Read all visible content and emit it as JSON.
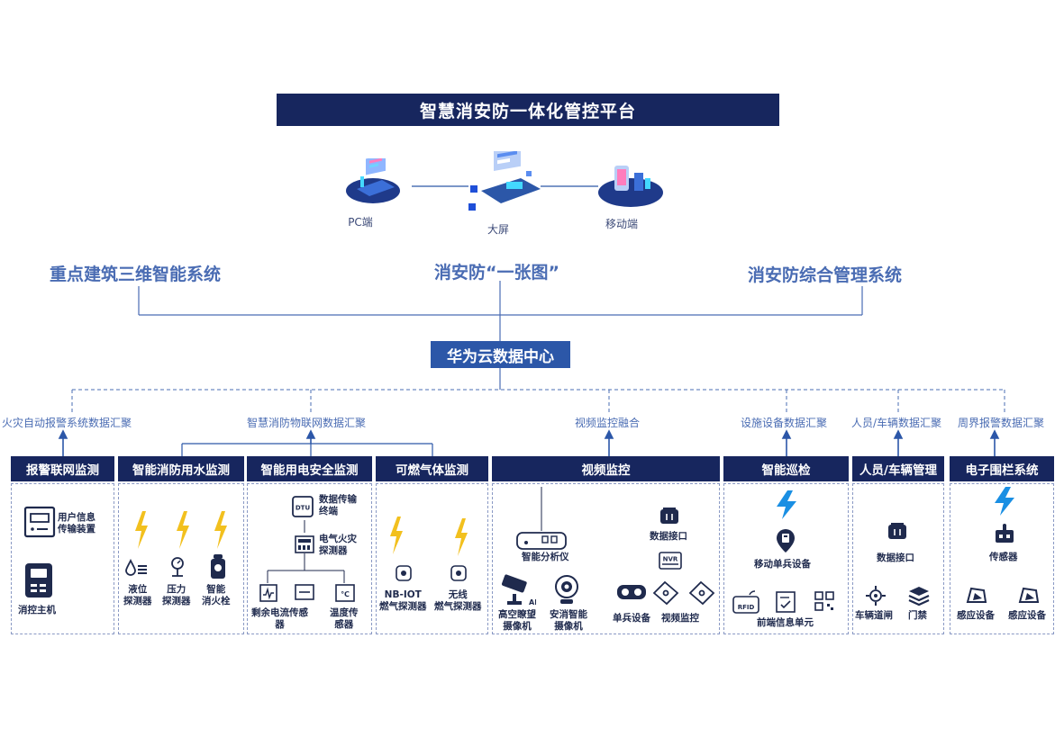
{
  "title": "智慧消安防一体化管控平台",
  "clients": [
    {
      "label": "PC端",
      "icon": "pc-icon"
    },
    {
      "label": "大屏",
      "icon": "big-screen-icon"
    },
    {
      "label": "移动端",
      "icon": "mobile-icon"
    }
  ],
  "systems": {
    "left": "重点建筑三维智能系统",
    "center": "消安防“一张图”",
    "right": "消安防综合管理系统"
  },
  "data_center": "华为云数据中心",
  "aggregations": {
    "fire_alarm": "火灾自动报警系统数据汇聚",
    "iot": "智慧消防物联网数据汇聚",
    "video": "视频监控融合",
    "facility": "设施设备数据汇聚",
    "person_vehicle": "人员/车辆数据汇聚",
    "perimeter": "周界报警数据汇聚"
  },
  "categories": {
    "alarm_network": {
      "title": "报警联网监测",
      "items": [
        "用户信息\n传输装置",
        "消控主机"
      ]
    },
    "water": {
      "title": "智能消防用水监测",
      "items": [
        "液位\n探测器",
        "压力\n探测器",
        "智能\n消火栓"
      ]
    },
    "electric": {
      "title": "智能用电安全监测",
      "items": [
        "数据传输\n终端",
        "电气火灾\n探测器",
        "剩余电流传感\n器",
        "温度传\n感器"
      ],
      "icon_texts": [
        "DTU",
        "℃"
      ]
    },
    "gas": {
      "title": "可燃气体监测",
      "items": [
        "NB-IOT\n燃气探测器",
        "无线\n燃气探测器"
      ]
    },
    "video": {
      "title": "视频监控",
      "items": [
        "智能分析仪",
        "数据接口",
        "高空瞭望\n摄像机",
        "安消智能\n摄像机",
        "单兵设备",
        "视频监控"
      ],
      "icon_texts": [
        "AI",
        "NVR"
      ]
    },
    "patrol": {
      "title": "智能巡检",
      "items": [
        "移动单兵设备",
        "前端信息单元"
      ],
      "icon_texts": [
        "RFID"
      ]
    },
    "person_vehicle": {
      "title": "人员/车辆管理",
      "items": [
        "数据接口",
        "车辆道闸",
        "门禁"
      ]
    },
    "fence": {
      "title": "电子围栏系统",
      "items": [
        "传感器",
        "感应设备",
        "感应设备"
      ]
    }
  },
  "colors": {
    "navy": "#17265e",
    "blue": "#2c57a8",
    "light_blue": "#4a6cb3",
    "bolt_yellow": "#f2c01e",
    "bolt_blue": "#1a8fe3"
  }
}
